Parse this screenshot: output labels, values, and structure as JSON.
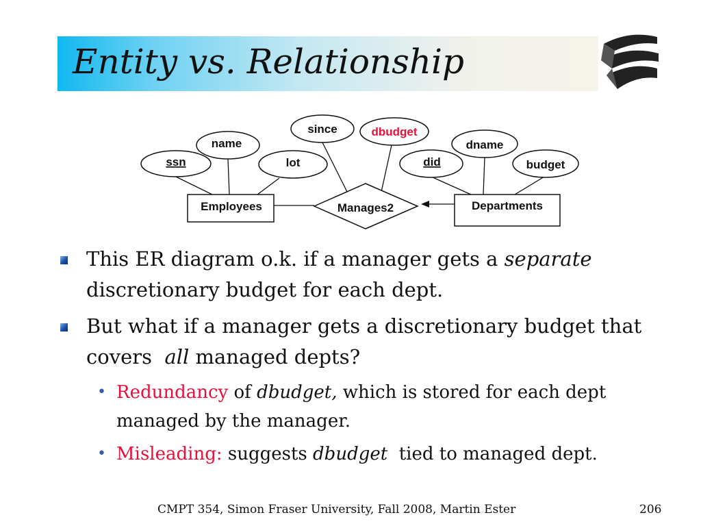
{
  "slide": {
    "title": "Entity vs. Relationship",
    "footer": "CMPT 354, Simon Fraser University, Fall 2008, Martin Ester",
    "page_number": "206"
  },
  "diagram": {
    "entities": {
      "employees": "Employees",
      "departments": "Departments"
    },
    "relationship": "Manages2",
    "attributes": {
      "ssn": "ssn",
      "name": "name",
      "lot": "lot",
      "since": "since",
      "dbudget": "dbudget",
      "did": "did",
      "dname": "dname",
      "budget": "budget"
    },
    "highlight_color": "#e8103a"
  },
  "bullets": [
    {
      "pre": "This ER diagram o.k. if a manager gets a ",
      "em": "separate",
      "post": " discretionary budget for each dept."
    },
    {
      "pre": "But what if a manager gets a discretionary budget that covers  ",
      "em": "all",
      "post": " managed depts?"
    }
  ],
  "sub_bullets": [
    {
      "red": "Redundancy",
      "pre": " of ",
      "em": "dbudget,",
      "post": " which is stored for each dept managed by the manager."
    },
    {
      "red": "Misleading:",
      "pre": " suggests ",
      "em": "dbudget",
      "post": "  tied to managed dept."
    }
  ],
  "icons": {
    "logo": "stacked-layers-logo-icon",
    "bullet": "square-bullet-icon",
    "sub_bullet": "dot-bullet-icon"
  }
}
